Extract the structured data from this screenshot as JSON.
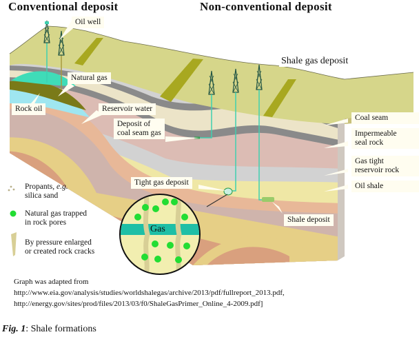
{
  "headings": {
    "left": "Conventional deposit",
    "right": "Non-conventional deposit"
  },
  "labels": {
    "oil_well": "Oil well",
    "shale_gas_deposit": "Shale gas deposit",
    "natural_gas": "Natural gas",
    "rock_oil": "Rock oil",
    "reservoir_water": "Reservoir water",
    "coal_seam_gas": [
      "Deposit of",
      "coal seam gas"
    ],
    "coal_seam": "Coal seam",
    "impermeable": [
      "Impermeable",
      "seal rock"
    ],
    "gas_tight": [
      "Gas tight",
      "reservoir rock"
    ],
    "oil_shale": "Oil shale",
    "tight_gas_deposit": "Tight gas deposit",
    "shale_deposit": "Shale deposit",
    "gas": "Gas"
  },
  "legend": [
    {
      "icon": "propant-dots-icon",
      "text_a": "Propants, ",
      "text_em": "e.g.",
      "text_b": "silica sand"
    },
    {
      "icon": "green-dot-icon",
      "line1": "Natural gas trapped",
      "line2": "in rock pores"
    },
    {
      "icon": "rock-crack-icon",
      "line1": "By pressure enlarged",
      "line2": "or created rock cracks"
    }
  ],
  "source": {
    "line1": "Graph was adapted from",
    "line2": "http://www.eia.gov/analysis/studies/worldshalegas/archive/2013/pdf/fullreport_2013.pdf,",
    "line3": "http://energy.gov/sites/prod/files/2013/03/f0/ShaleGasPrimer_Online_4-2009.pdf]"
  },
  "caption": {
    "fig": "Fig. 1",
    "text": ": Shale formations"
  },
  "colors": {
    "surface": "#d6d68a",
    "surface_stripe": "#a8a820",
    "coal": "#8a8a8a",
    "pink": "#dcbcb4",
    "light_gray": "#d2d2d2",
    "cream": "#ece4c8",
    "yellow": "#efe7a5",
    "salmon": "#e8b898",
    "mauve": "#cfb4ac",
    "gold": "#e6cf86",
    "deep_salmon": "#d9a07e",
    "well_pipe": "#3fd0b0",
    "gas_green": "#22dd33",
    "gas_band": "#1fbfa6",
    "water": "#9fe6f0"
  }
}
